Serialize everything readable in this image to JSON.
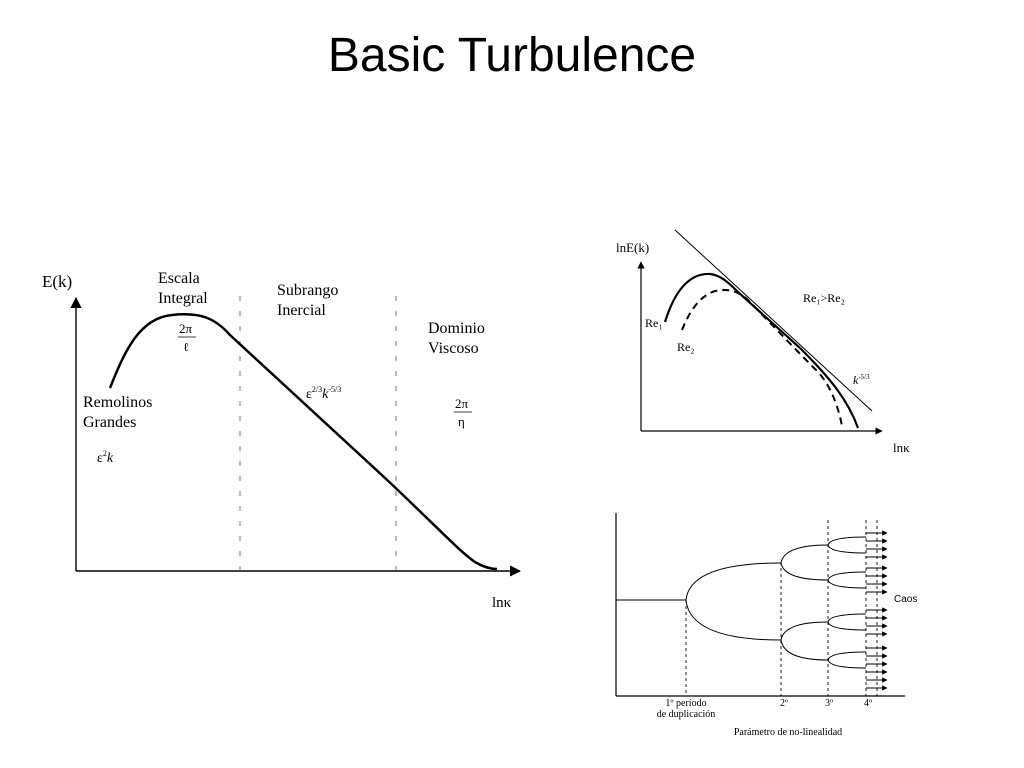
{
  "slide": {
    "title": "Basic Turbulence"
  },
  "main_spectrum": {
    "y_axis_label": "E(k)",
    "x_axis_label": "lnκ",
    "regions": {
      "large_eddies": [
        "Remolinos",
        "Grandes"
      ],
      "integral_scale": [
        "Escala",
        "Integral"
      ],
      "inertial_subrange": [
        "Subrango",
        "Inercial"
      ],
      "viscous_domain": [
        "Dominio",
        "Viscoso"
      ]
    },
    "annotations": {
      "integral_wavenumber_num": "2π",
      "integral_wavenumber_den": "ℓ",
      "viscous_wavenumber_num": "2π",
      "viscous_wavenumber_den": "η",
      "large_eddy_law": "ε²k",
      "inertial_law": "ε^(2/3) k^(-5/3)"
    }
  },
  "reynolds_spectrum": {
    "y_axis_label": "lnE(k)",
    "x_axis_label": "lnκ",
    "curve_labels": {
      "re1": "Re₁",
      "re2": "Re₂",
      "comparison": "Re₁>Re₂"
    },
    "slope_label": "k^(-5/3)"
  },
  "bifurcation": {
    "x_axis_label": "Parámetro de no-linealidad",
    "period_labels": {
      "first_line1": "1º período",
      "first_line2": "de duplicación",
      "second": "2º",
      "third": "3º",
      "fourth": "4º"
    },
    "chaos_label": "Caos"
  }
}
